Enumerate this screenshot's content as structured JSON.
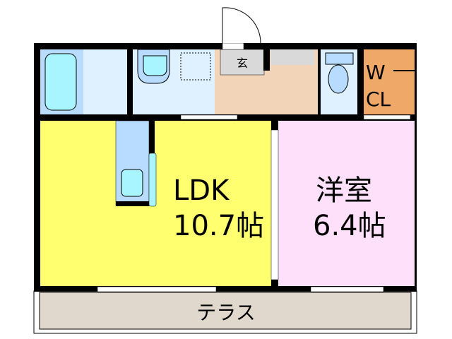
{
  "rooms": {
    "entrance": {
      "label": "玄"
    },
    "wcl": {
      "line1": "W",
      "line2": "CL"
    },
    "ldk": {
      "name": "LDK",
      "size": "10.7帖"
    },
    "western_room": {
      "name": "洋室",
      "size": "6.4帖"
    },
    "terrace": {
      "label": "テラス"
    }
  },
  "colors": {
    "wall": "#000000",
    "ldk": "#ffff70",
    "western_room": "#ffe0fa",
    "wcl": "#f0a868",
    "wet_area": "#dff0ff",
    "fixture": "#b8dcff",
    "water": "#a8f4ff",
    "hall": "#f2d4b8",
    "entrance": "#d9d9d9",
    "terrace": "#e0d8cc"
  }
}
